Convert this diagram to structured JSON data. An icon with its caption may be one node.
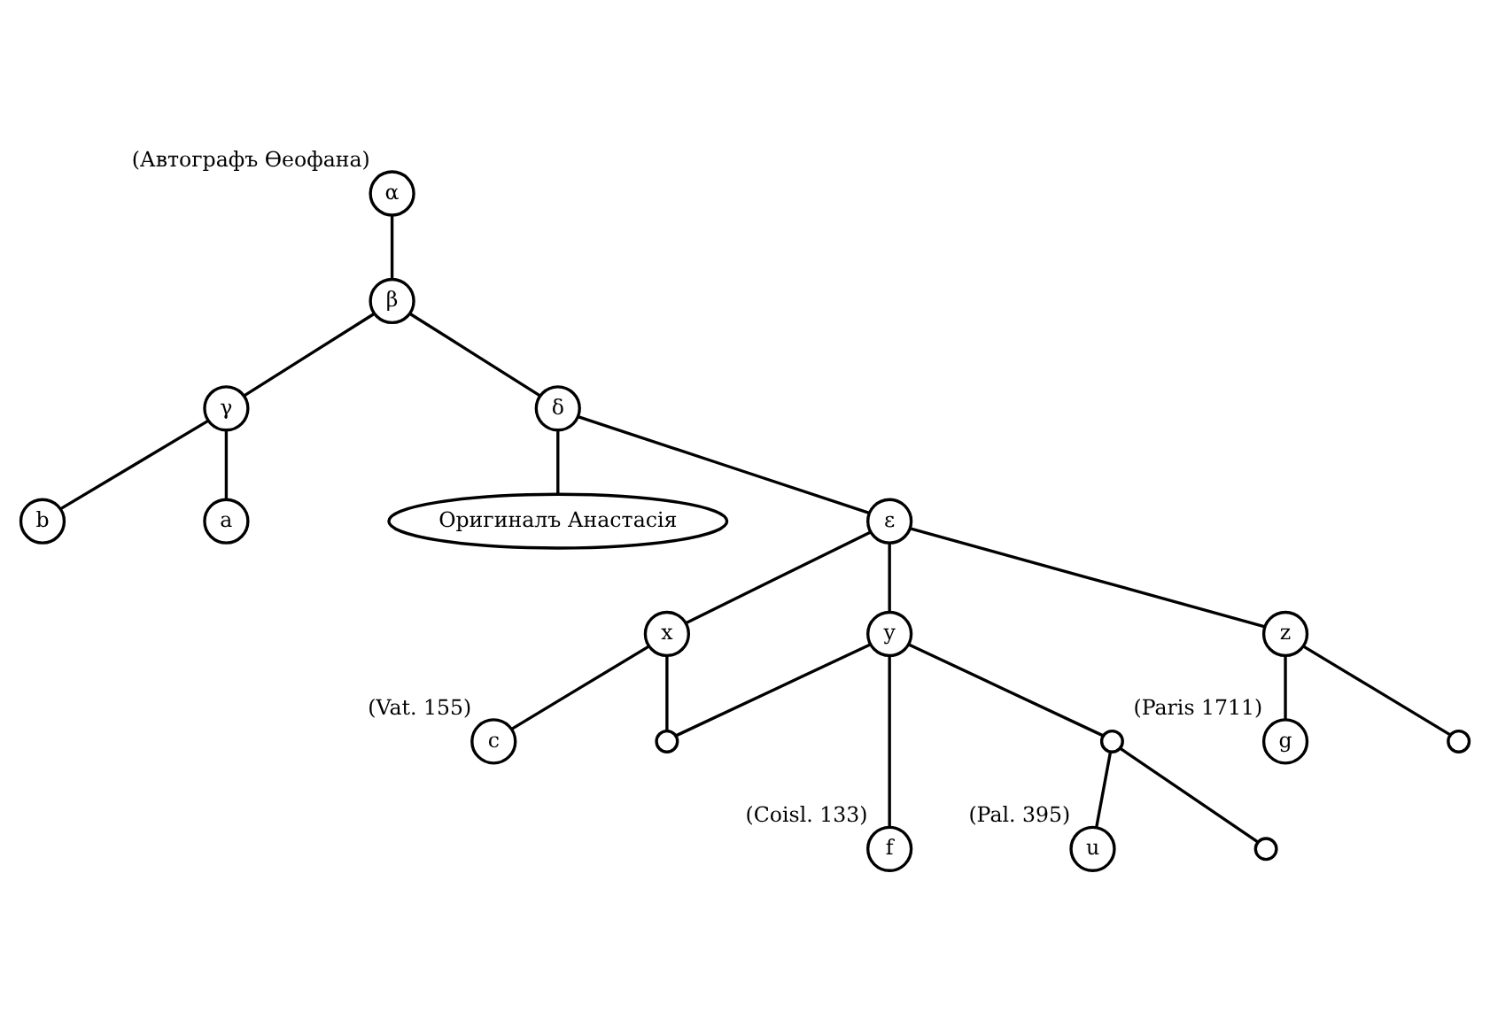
{
  "diagram": {
    "nodes": [
      {
        "text": [
          "α"
        ],
        "beside": [
          "(Автографъ Ѳеофана)"
        ]
      },
      {
        "text": [
          "β"
        ]
      },
      {
        "text": [
          "γ"
        ]
      },
      {
        "text": [
          "b"
        ]
      },
      {
        "text": [
          "a"
        ]
      },
      {
        "text": [
          "δ"
        ]
      },
      {
        "text": [
          "Оригиналъ Анастасія"
        ]
      },
      {
        "text": [
          "ε"
        ]
      },
      {
        "text": [
          "x"
        ]
      },
      {
        "text": [
          "c"
        ],
        "beside": [
          "(Vat. 155)"
        ]
      },
      {
        "text": [],
        "shape": "circle"
      },
      {
        "text": [
          "y"
        ]
      },
      {
        "text": [
          "f"
        ],
        "beside": [
          "(Coisl. 133)"
        ]
      },
      {
        "text": [],
        "shape": "circle"
      },
      {
        "text": [
          "u"
        ],
        "beside": [
          "(Pal. 395)"
        ]
      },
      {
        "text": [],
        "shape": "circle"
      },
      {
        "text": [
          "z"
        ]
      },
      {
        "text": [
          "g"
        ],
        "beside": [
          "(Paris 1711)"
        ]
      },
      {
        "text": [],
        "shape": "circle"
      }
    ],
    "edges": [
      {
        "from": 0,
        "to": 1,
        "arrow": "none"
      },
      {
        "from": 1,
        "to": 2,
        "arrow": "none"
      },
      {
        "from": 1,
        "to": 5,
        "arrow": "none"
      },
      {
        "from": 2,
        "to": 3,
        "arrow": "none"
      },
      {
        "from": 2,
        "to": 4,
        "arrow": "none"
      },
      {
        "from": 5,
        "to": 6,
        "arrow": "none"
      },
      {
        "from": 5,
        "to": 7,
        "arrow": "none"
      },
      {
        "from": 7,
        "to": 8,
        "arrow": "none"
      },
      {
        "from": 7,
        "to": 11,
        "arrow": "none"
      },
      {
        "from": 7,
        "to": 16,
        "arrow": "none"
      },
      {
        "from": 8,
        "to": 9,
        "arrow": "none"
      },
      {
        "from": 8,
        "to": 10,
        "arrow": "none"
      },
      {
        "from": 11,
        "to": 10,
        "arrow": "none"
      },
      {
        "from": 11,
        "to": 12,
        "arrow": "none"
      },
      {
        "from": 11,
        "to": 13,
        "arrow": "none"
      },
      {
        "from": 13,
        "to": 14,
        "arrow": "none"
      },
      {
        "from": 13,
        "to": 15,
        "arrow": "none"
      },
      {
        "from": 16,
        "to": 17,
        "arrow": "none"
      },
      {
        "from": 16,
        "to": 18,
        "arrow": "none"
      }
    ]
  }
}
